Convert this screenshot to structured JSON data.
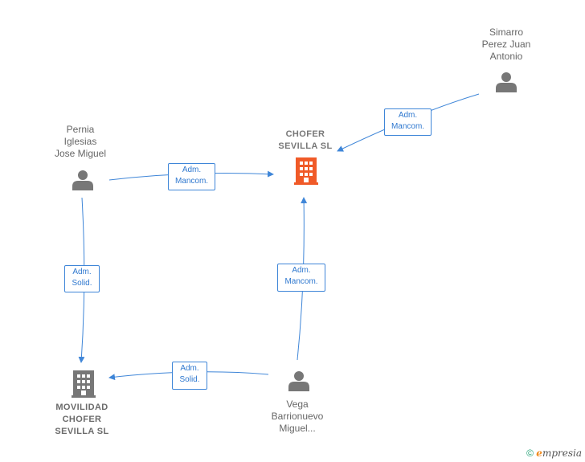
{
  "colors": {
    "edge": "#3f86d8",
    "person": "#777777",
    "company_main": "#f05a28",
    "company": "#777777"
  },
  "nodes": {
    "simarro": {
      "name": "Simarro\nPerez Juan\nAntonio",
      "type": "person"
    },
    "pernia": {
      "name": "Pernia\nIglesias\nJose Miguel",
      "type": "person"
    },
    "chofer": {
      "name": "CHOFER\nSEVILLA  SL",
      "type": "company-main"
    },
    "vega": {
      "name": "Vega\nBarrionuevo\nMiguel...",
      "type": "person"
    },
    "movilidad": {
      "name": "MOVILIDAD\nCHOFER\nSEVILLA  SL",
      "type": "company"
    }
  },
  "edges": {
    "simarro_chofer": {
      "line1": "Adm.",
      "line2": "Mancom."
    },
    "pernia_chofer": {
      "line1": "Adm.",
      "line2": "Mancom."
    },
    "pernia_movilidad": {
      "line1": "Adm.",
      "line2": "Solid."
    },
    "vega_chofer": {
      "line1": "Adm.",
      "line2": "Mancom."
    },
    "vega_movilidad": {
      "line1": "Adm.",
      "line2": "Solid."
    }
  },
  "footer": {
    "copyright": "©",
    "brand_initial": "e",
    "brand_rest": "mpresia"
  }
}
